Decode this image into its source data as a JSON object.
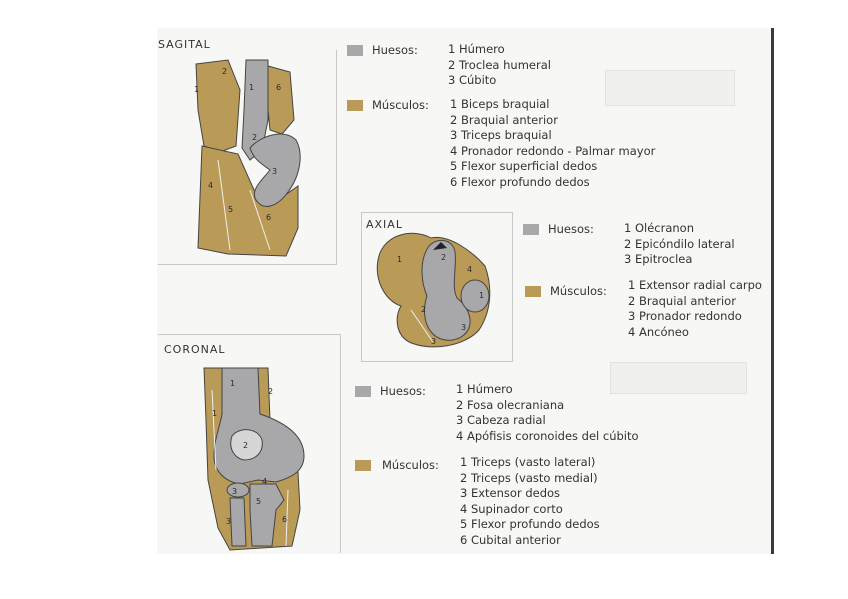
{
  "colors": {
    "bone": "#a8a8aa",
    "muscle": "#b99a56",
    "outline": "#444444"
  },
  "sagital": {
    "title": "SAGITAL",
    "labels": [
      "1",
      "2",
      "1",
      "6",
      "2",
      "3",
      "4",
      "5",
      "6"
    ],
    "huesos": {
      "label": "Huesos:",
      "items": [
        "1 Húmero",
        "2 Troclea humeral",
        "3 Cúbito"
      ]
    },
    "musculos": {
      "label": "Músculos:",
      "items": [
        "1 Biceps braquial",
        "2 Braquial anterior",
        "3 Triceps braquial",
        "4 Pronador redondo - Palmar mayor",
        "5 Flexor superficial dedos",
        "6 Flexor profundo dedos"
      ]
    }
  },
  "axial": {
    "title": "AXIAL",
    "labels": [
      "1",
      "2",
      "4",
      "1",
      "2",
      "3",
      "3"
    ],
    "huesos": {
      "label": "Huesos:",
      "items": [
        "1 Olécranon",
        "2 Epicóndilo lateral",
        "3 Epitroclea"
      ]
    },
    "musculos": {
      "label": "Músculos:",
      "items": [
        "1 Extensor radial carpo",
        "2 Braquial anterior",
        "3 Pronador redondo",
        "4 Ancóneo"
      ]
    }
  },
  "coronal": {
    "title": "CORONAL",
    "labels": [
      "1",
      "1",
      "2",
      "3",
      "4",
      "5",
      "2",
      "6",
      "3"
    ],
    "huesos": {
      "label": "Huesos:",
      "items": [
        "1 Húmero",
        "2 Fosa olecraniana",
        "3 Cabeza radial",
        "4 Apófisis coronoides del cúbito"
      ]
    },
    "musculos": {
      "label": "Músculos:",
      "items": [
        "1 Triceps (vasto lateral)",
        "2 Triceps (vasto medial)",
        "3 Extensor dedos",
        "4 Supinador corto",
        "5 Flexor profundo dedos",
        "6 Cubital anterior"
      ]
    }
  }
}
